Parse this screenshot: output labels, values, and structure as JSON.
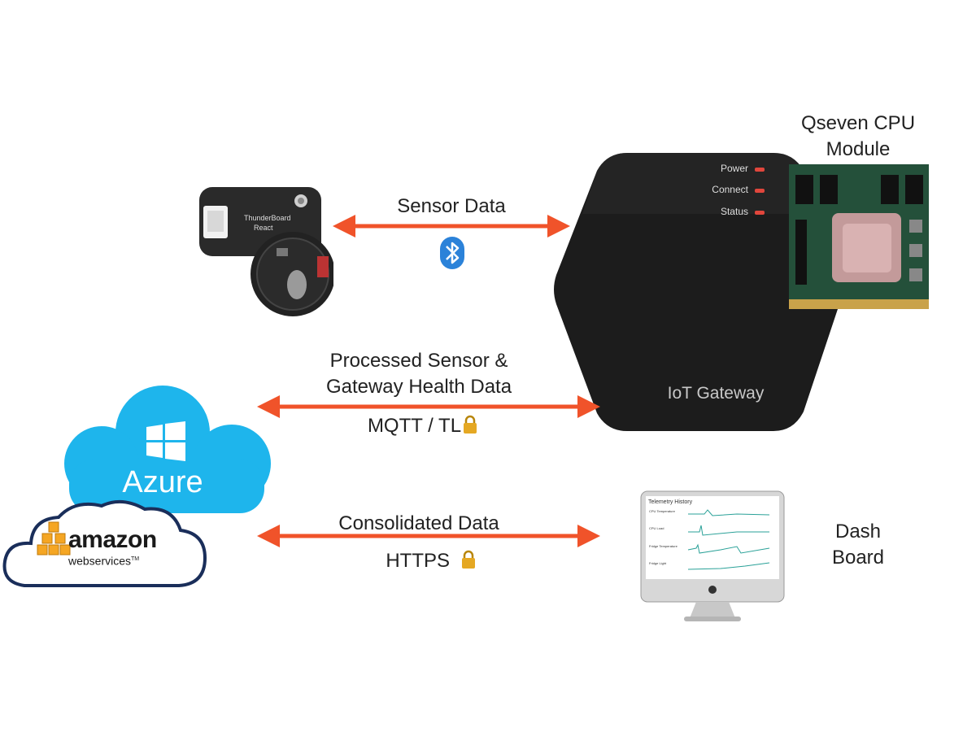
{
  "sensor_link": {
    "label": "Sensor Data",
    "icon": "bluetooth-icon"
  },
  "thunderboard": {
    "board_title": "ThunderBoard",
    "board_subtitle": "React"
  },
  "gateway": {
    "name": "IoT Gateway",
    "leds": [
      {
        "label": "Power"
      },
      {
        "label": "Connect"
      },
      {
        "label": "Status"
      }
    ],
    "led_color": "#e0463c"
  },
  "cpu_module": {
    "label": "Qseven CPU Module",
    "line1": "Qseven CPU",
    "line2": "Module"
  },
  "cloud_link": {
    "line1": "Processed Sensor &",
    "line2": "Gateway Health Data",
    "protocol": "MQTT / TL",
    "icon": "lock-icon"
  },
  "dashboard_link": {
    "label": "Consolidated Data",
    "protocol": "HTTPS",
    "icon": "lock-icon"
  },
  "azure": {
    "label": "Azure",
    "color": "#1eb5ec",
    "icon": "windows-icon"
  },
  "aws": {
    "line1": "amazon",
    "line2": "webservices",
    "tm": "TM",
    "icon": "aws-cubes-icon"
  },
  "dashboard": {
    "line1": "Dash",
    "line2": "Board",
    "screen_title": "Telemetry History",
    "rows": [
      "CPU Temperature",
      "CPU Load",
      "Fridge Temperature",
      "Fridge Light"
    ]
  },
  "colors": {
    "arrow": "#f0532a",
    "gateway_body": "#1c1c1c"
  }
}
